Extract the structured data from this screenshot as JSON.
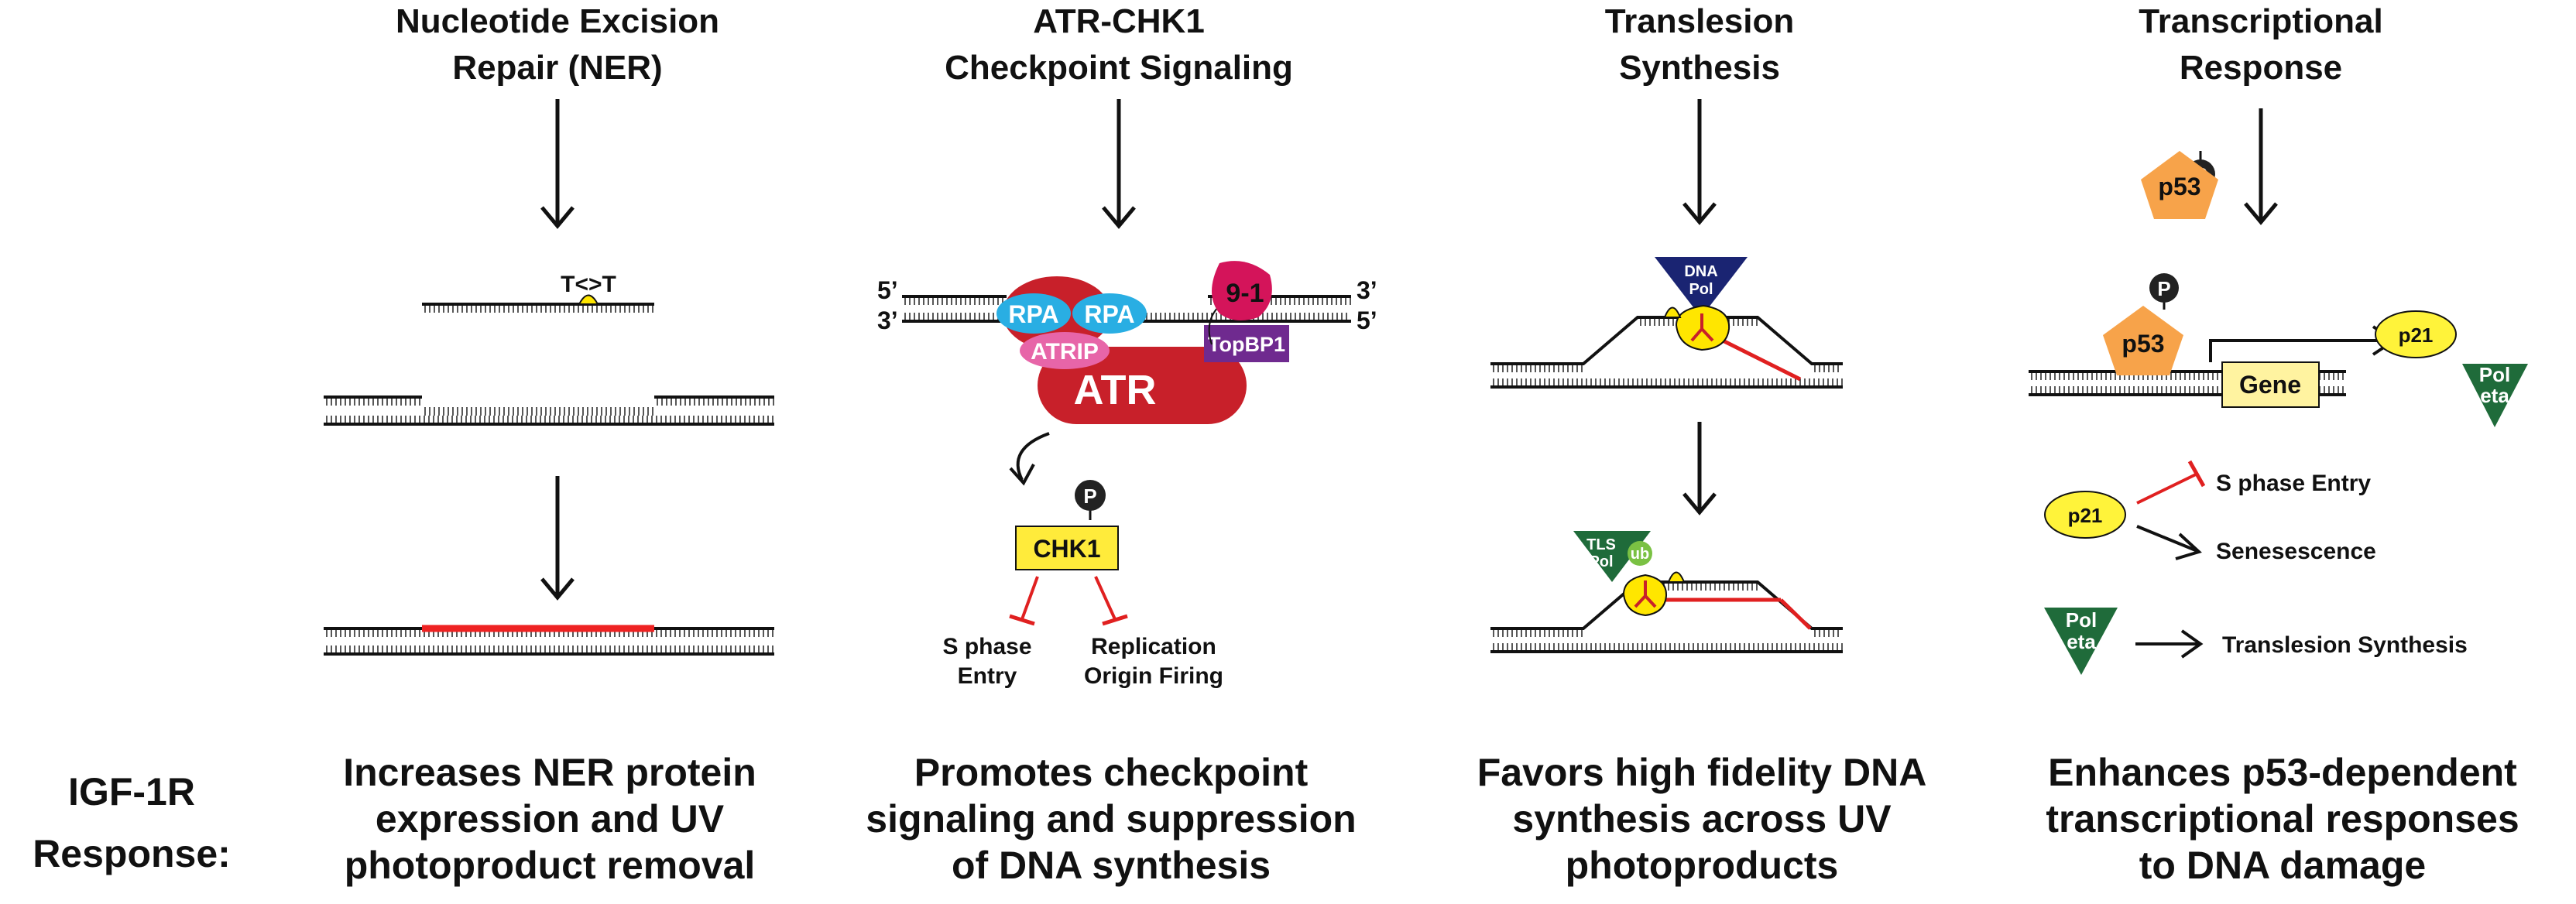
{
  "columns": [
    {
      "title_lines": [
        "Nucleotide Excision",
        "Repair (NER)"
      ],
      "lesion_label": "T<>T",
      "response_lines": [
        "Increases NER protein",
        "expression and UV",
        "photoproduct removal"
      ]
    },
    {
      "title_lines": [
        "ATR-CHK1",
        "Checkpoint Signaling"
      ],
      "strand_labels": [
        "5’",
        "3’",
        "3’",
        "5’"
      ],
      "proteins": {
        "rpa": "RPA",
        "atrip": "ATRIP",
        "atr": "ATR",
        "topbp1": "TopBP1",
        "nine_one_one": "9-1",
        "chk1": "CHK1",
        "phospho": "P"
      },
      "outcomes": {
        "s_phase": [
          "S phase",
          "Entry"
        ],
        "origin": [
          "Replication",
          "Origin Firing"
        ]
      },
      "response_lines": [
        "Promotes checkpoint",
        "signaling and suppression",
        "of DNA synthesis"
      ]
    },
    {
      "title_lines": [
        "Translesion",
        "Synthesis"
      ],
      "dna_pol": [
        "DNA",
        "Pol"
      ],
      "tls_pol": [
        "TLS",
        "Pol"
      ],
      "ub": "ub",
      "response_lines": [
        "Favors high fidelity DNA",
        "synthesis across UV",
        "photoproducts"
      ]
    },
    {
      "title_lines": [
        "Transcriptional",
        "Response"
      ],
      "p53": "p53",
      "phospho": "P",
      "gene": "Gene",
      "p21": "p21",
      "pol_eta": [
        "Pol",
        "eta"
      ],
      "effects": {
        "s_phase": "S phase Entry",
        "senescence": "Senesescence",
        "tls": "Translesion Synthesis"
      },
      "response_lines": [
        "Enhances p53-dependent",
        "transcriptional responses",
        "to DNA damage"
      ]
    }
  ],
  "row_label_lines": [
    "IGF-1R",
    "Response:"
  ],
  "colors": {
    "ink": "#111111",
    "inhibit": "#e02020",
    "repair": "#ee2222",
    "rpa": "#29aee3",
    "atrip": "#e765a8",
    "atr": "#c8202a",
    "topbp1": "#6f2a8f",
    "nine_one_one": "#d4145a",
    "chk1": "#ffeb3b",
    "dna_pol": "#1a2472",
    "tls_pol": "#1f6b3a",
    "ub": "#7ac143",
    "p53": "#f7a34a",
    "p21": "#fff33a",
    "gene": "#fff3a0",
    "pol_eta": "#1f6b3a"
  }
}
